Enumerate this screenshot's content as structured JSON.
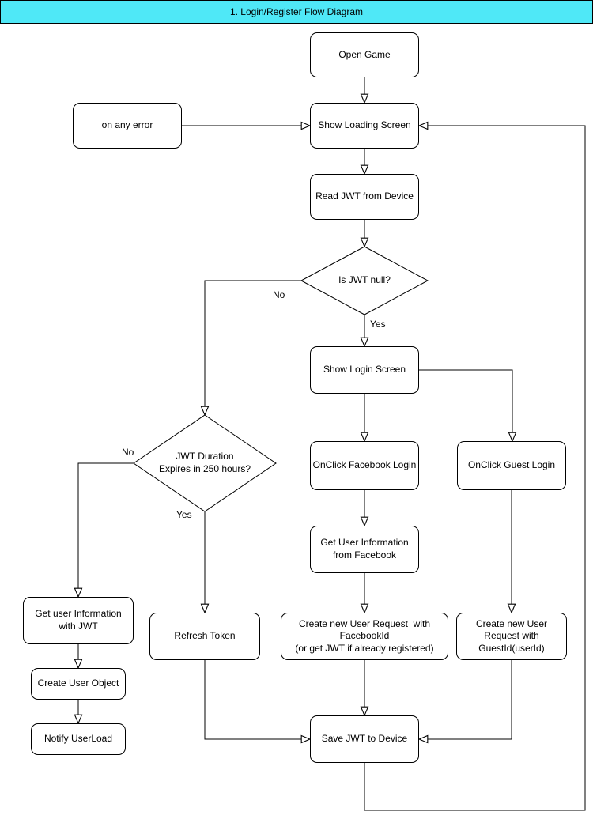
{
  "title_bar": {
    "label": "1. Login/Register Flow Diagram",
    "background": "#4FE8F7",
    "text_color": "#000000"
  },
  "diagram": {
    "colors": {
      "node_fill": "#ffffff",
      "stroke": "#000000",
      "canvas": "#ffffff"
    },
    "nodes": {
      "open_game": {
        "shape": "rounded-rect",
        "label": "Open Game"
      },
      "on_any_error": {
        "shape": "rounded-rect",
        "label": "on any error"
      },
      "show_loading_screen": {
        "shape": "rounded-rect",
        "label": "Show Loading Screen"
      },
      "read_jwt": {
        "shape": "rounded-rect",
        "label": "Read JWT from Device"
      },
      "is_jwt_null": {
        "shape": "diamond",
        "label": "Is JWT null?"
      },
      "show_login_screen": {
        "shape": "rounded-rect",
        "label": "Show Login Screen"
      },
      "onclick_facebook": {
        "shape": "rounded-rect",
        "label": "OnClick Facebook Login"
      },
      "onclick_guest": {
        "shape": "rounded-rect",
        "label": "OnClick Guest Login"
      },
      "jwt_duration": {
        "shape": "diamond",
        "label": "JWT Duration\nExpires in 250 hours?"
      },
      "get_user_info_facebook": {
        "shape": "rounded-rect",
        "label": "Get User Information\nfrom Facebook"
      },
      "get_user_info_jwt": {
        "shape": "rounded-rect",
        "label": "Get user Information\nwith JWT"
      },
      "refresh_token": {
        "shape": "rounded-rect",
        "label": "Refresh Token"
      },
      "create_user_facebookid": {
        "shape": "rounded-rect",
        "label": "Create new User Request  with\nFacebookId\n(or get JWT if already registered)"
      },
      "create_user_guestid": {
        "shape": "rounded-rect",
        "label": "Create new User\nRequest with\nGuestId(userId)"
      },
      "create_user_object": {
        "shape": "rounded-rect",
        "label": "Create User Object"
      },
      "notify_userload": {
        "shape": "rounded-rect",
        "label": "Notify UserLoad"
      },
      "save_jwt": {
        "shape": "rounded-rect",
        "label": "Save JWT to Device"
      }
    },
    "edge_labels": {
      "is_jwt_null_no": "No",
      "is_jwt_null_yes": "Yes",
      "jwt_duration_no": "No",
      "jwt_duration_yes": "Yes"
    }
  }
}
